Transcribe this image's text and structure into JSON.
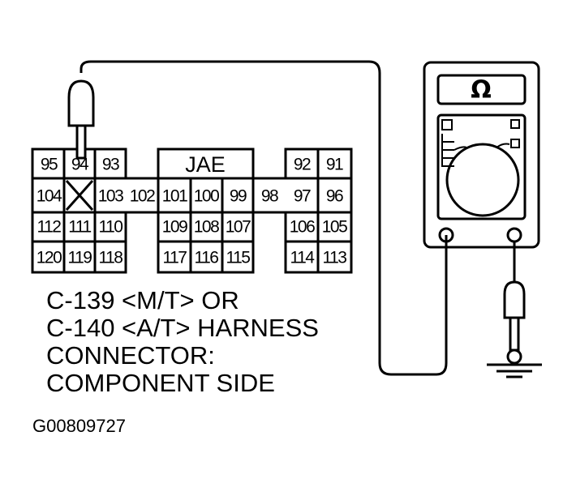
{
  "connector": {
    "brand": "JAE",
    "rows": [
      [
        "95",
        "94",
        "93",
        "92",
        "91"
      ],
      [
        "104",
        "",
        "103",
        "102",
        "101",
        "100",
        "99",
        "98",
        "97",
        "96"
      ],
      [
        "112",
        "111",
        "110",
        "109",
        "108",
        "107",
        "106",
        "105"
      ],
      [
        "120",
        "119",
        "118",
        "117",
        "116",
        "115",
        "114",
        "113"
      ]
    ],
    "probed_pin": "94",
    "empty_cavity": "X"
  },
  "meter": {
    "function_symbol": "Ω"
  },
  "caption": {
    "line1": "C-139 <M/T> OR",
    "line2": "C-140 <A/T> HARNESS",
    "line3": "CONNECTOR:",
    "line4": "COMPONENT SIDE"
  },
  "figure_id": "G00809727"
}
